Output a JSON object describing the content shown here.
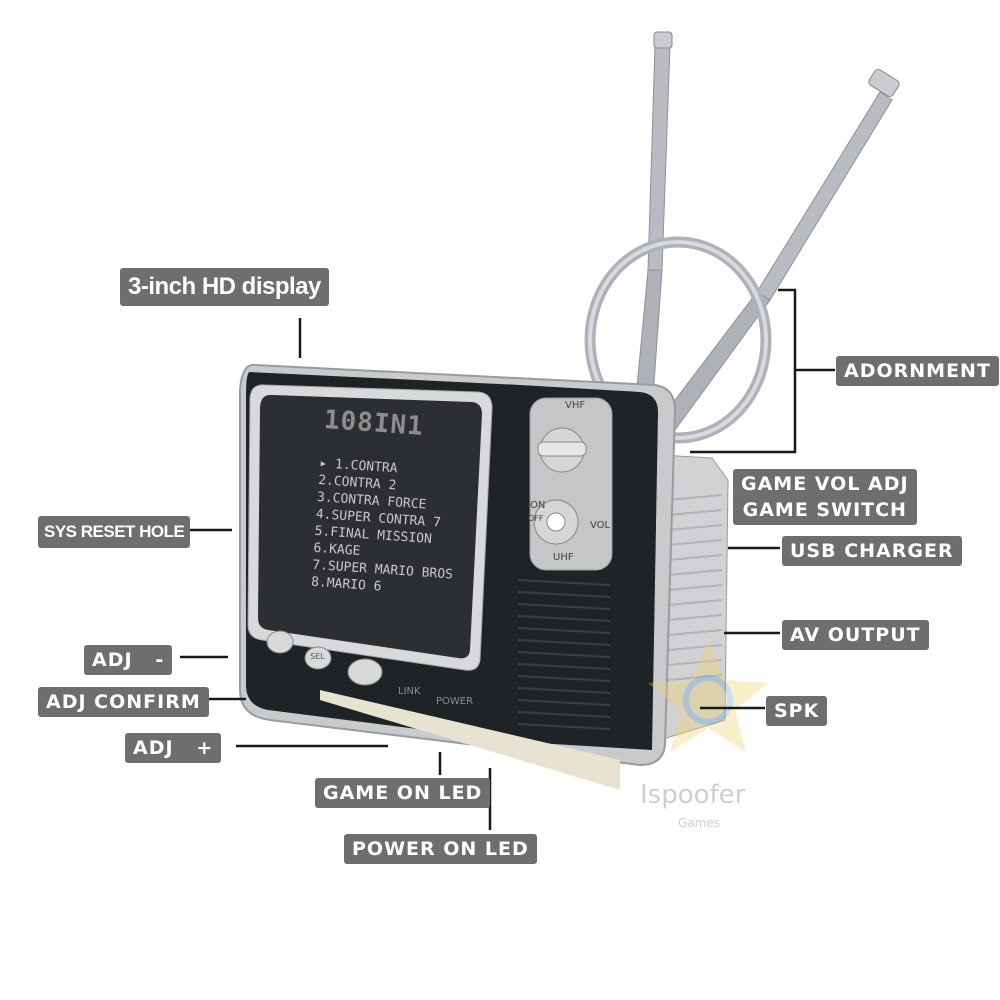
{
  "labels": {
    "display": "3-inch HD display",
    "adornment": "ADORNMENT",
    "game_vol_adj": "GAME VOL ADJ",
    "game_switch": "GAME SWITCH",
    "usb_charger": "USB CHARGER",
    "sys_reset": "SYS RESET HOLE",
    "av_output": "AV OUTPUT",
    "spk": "SPK",
    "adj_minus": "ADJ   -",
    "adj_confirm": "ADJ CONFIRM",
    "adj_plus": "ADJ   +",
    "game_on_led": "GAME ON LED",
    "power_on_led": "POWER ON LED"
  },
  "screen": {
    "title": "108IN1",
    "games": [
      "▸ 1.CONTRA",
      "2.CONTRA 2",
      "3.CONTRA FORCE",
      "4.SUPER CONTRA 7",
      "5.FINAL MISSION",
      "6.KAGE",
      "7.SUPER MARIO BROS",
      "8.MARIO 6"
    ]
  },
  "device_text": {
    "vhf": "VHF",
    "uhf": "UHF",
    "on": "ON",
    "off": "OFF",
    "vol": "VOL",
    "link": "LINK",
    "power": "POWER",
    "sel": "SEL"
  },
  "watermark": {
    "name": "Ispoofer",
    "sub": "Games"
  },
  "colors": {
    "label_bg": "#6e6e6e",
    "label_text": "#ffffff",
    "bezel": "#1e2326",
    "body": "#c9cacc"
  }
}
